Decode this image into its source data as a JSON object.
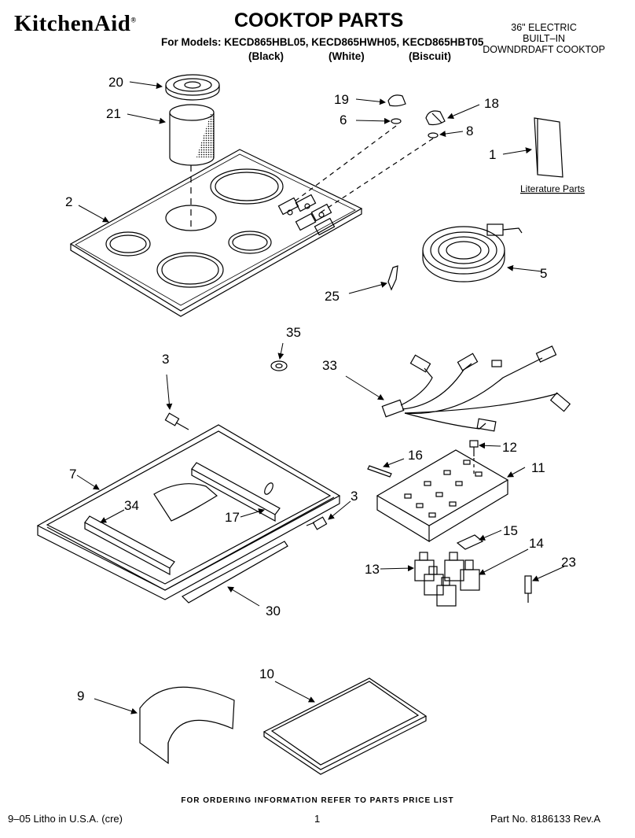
{
  "header": {
    "brand": "KitchenAid",
    "title": "COOKTOP PARTS",
    "models_line": "For Models: KECD865HBL05, KECD865HWH05, KECD865HBT05",
    "finishes": [
      "(Black)",
      "(White)",
      "(Biscuit)"
    ],
    "description": [
      "36\" ELECTRIC",
      "BUILT–IN",
      "DOWNDRDAFT COOKTOP"
    ]
  },
  "callouts": {
    "c20": "20",
    "c21": "21",
    "c19": "19",
    "c6": "6",
    "c18": "18",
    "c8": "8",
    "c1": "1",
    "c2": "2",
    "c5": "5",
    "c25": "25",
    "c35": "35",
    "c3a": "3",
    "c33": "33",
    "c12": "12",
    "c16": "16",
    "c11": "11",
    "c7": "7",
    "c3b": "3",
    "c34": "34",
    "c17": "17",
    "c15": "15",
    "c14": "14",
    "c13": "13",
    "c23": "23",
    "c30": "30",
    "c10": "10",
    "c9": "9"
  },
  "literature_label": "Literature Parts",
  "footer": {
    "order_note": "FOR ORDERING INFORMATION REFER TO PARTS PRICE LIST",
    "litho": "9–05 Litho in U.S.A. (cre)",
    "page": "1",
    "part_no": "Part No. 8186133 Rev.A"
  }
}
